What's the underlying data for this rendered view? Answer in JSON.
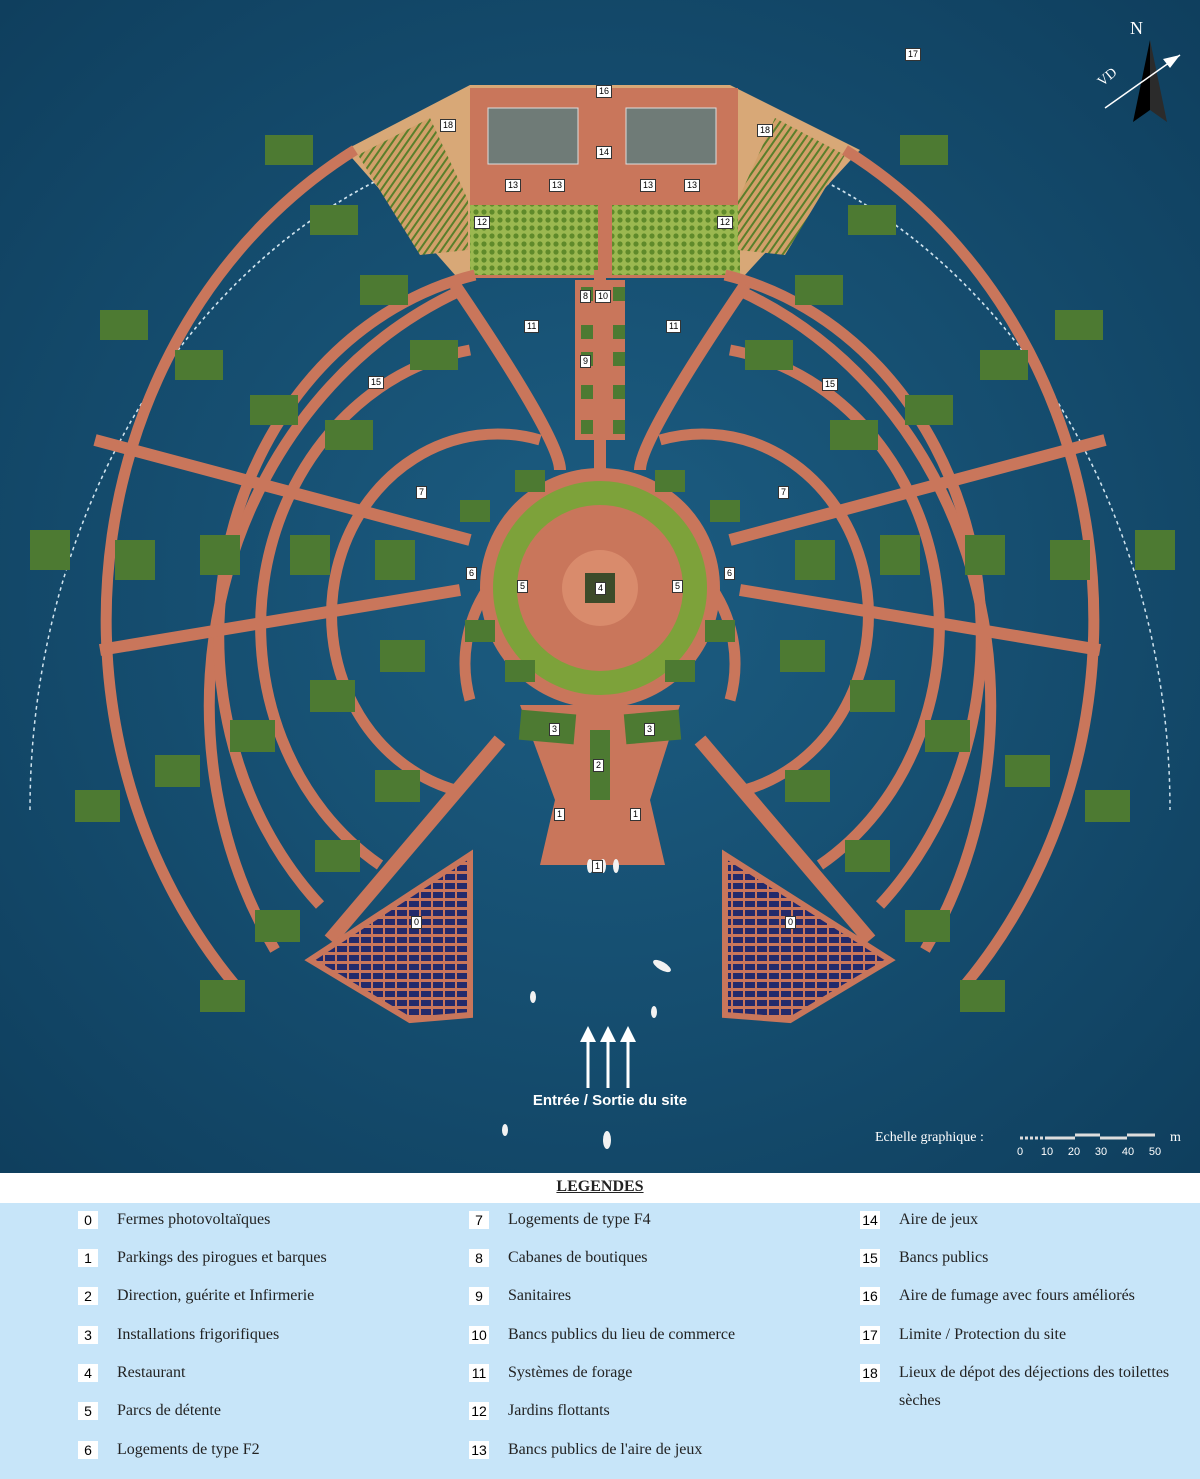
{
  "map": {
    "north_label": "N",
    "vd_label": "VD",
    "entry_label": "Entrée / Sortie du site",
    "scale": {
      "label": "Echelle graphique :",
      "unit": "m",
      "ticks": [
        "0",
        "10",
        "20",
        "30",
        "40",
        "50"
      ]
    },
    "colors": {
      "water": "#154f72",
      "walkway": "#c9765b",
      "roof": "#4d7a32",
      "garden": "#7da23a",
      "sand": "#d8a877",
      "solar": "#232a6b"
    },
    "numbers": {
      "n16": "16",
      "n17": "17",
      "n18a": "18",
      "n18b": "18",
      "n14": "14",
      "n13a": "13",
      "n13b": "13",
      "n13c": "13",
      "n13d": "13",
      "n12a": "12",
      "n12b": "12",
      "n11a": "11",
      "n11b": "11",
      "n15a": "15",
      "n15b": "15",
      "n8": "8",
      "n9": "9",
      "n10": "10",
      "n7a": "7",
      "n7b": "7",
      "n6a": "6",
      "n6b": "6",
      "n5a": "5",
      "n5b": "5",
      "n4": "4",
      "n3a": "3",
      "n3b": "3",
      "n2": "2",
      "n1a": "1",
      "n1b": "1",
      "n1c": "1",
      "n0a": "0",
      "n0b": "0"
    }
  },
  "legend": {
    "title": "LEGENDES",
    "items": [
      {
        "num": "0",
        "text": "Fermes photovoltaïques"
      },
      {
        "num": "1",
        "text": "Parkings des pirogues et barques"
      },
      {
        "num": "2",
        "text": "Direction, guérite et Infirmerie"
      },
      {
        "num": "3",
        "text": "Installations frigorifiques"
      },
      {
        "num": "4",
        "text": "Restaurant"
      },
      {
        "num": "5",
        "text": "Parcs de détente"
      },
      {
        "num": "6",
        "text": "Logements de type F2"
      },
      {
        "num": "7",
        "text": "Logements de type F4"
      },
      {
        "num": "8",
        "text": "Cabanes de boutiques"
      },
      {
        "num": "9",
        "text": "Sanitaires"
      },
      {
        "num": "10",
        "text": "Bancs publics du lieu de commerce"
      },
      {
        "num": "11",
        "text": "Systèmes de forage"
      },
      {
        "num": "12",
        "text": "Jardins flottants"
      },
      {
        "num": "13",
        "text": "Bancs publics de l'aire de jeux"
      },
      {
        "num": "14",
        "text": "Aire de jeux"
      },
      {
        "num": "15",
        "text": "Bancs publics"
      },
      {
        "num": "16",
        "text": "Aire de fumage avec fours améliorés"
      },
      {
        "num": "17",
        "text": "Limite / Protection du site"
      },
      {
        "num": "18",
        "text": "Lieux de dépot des déjections des toilettes sèches"
      }
    ]
  }
}
